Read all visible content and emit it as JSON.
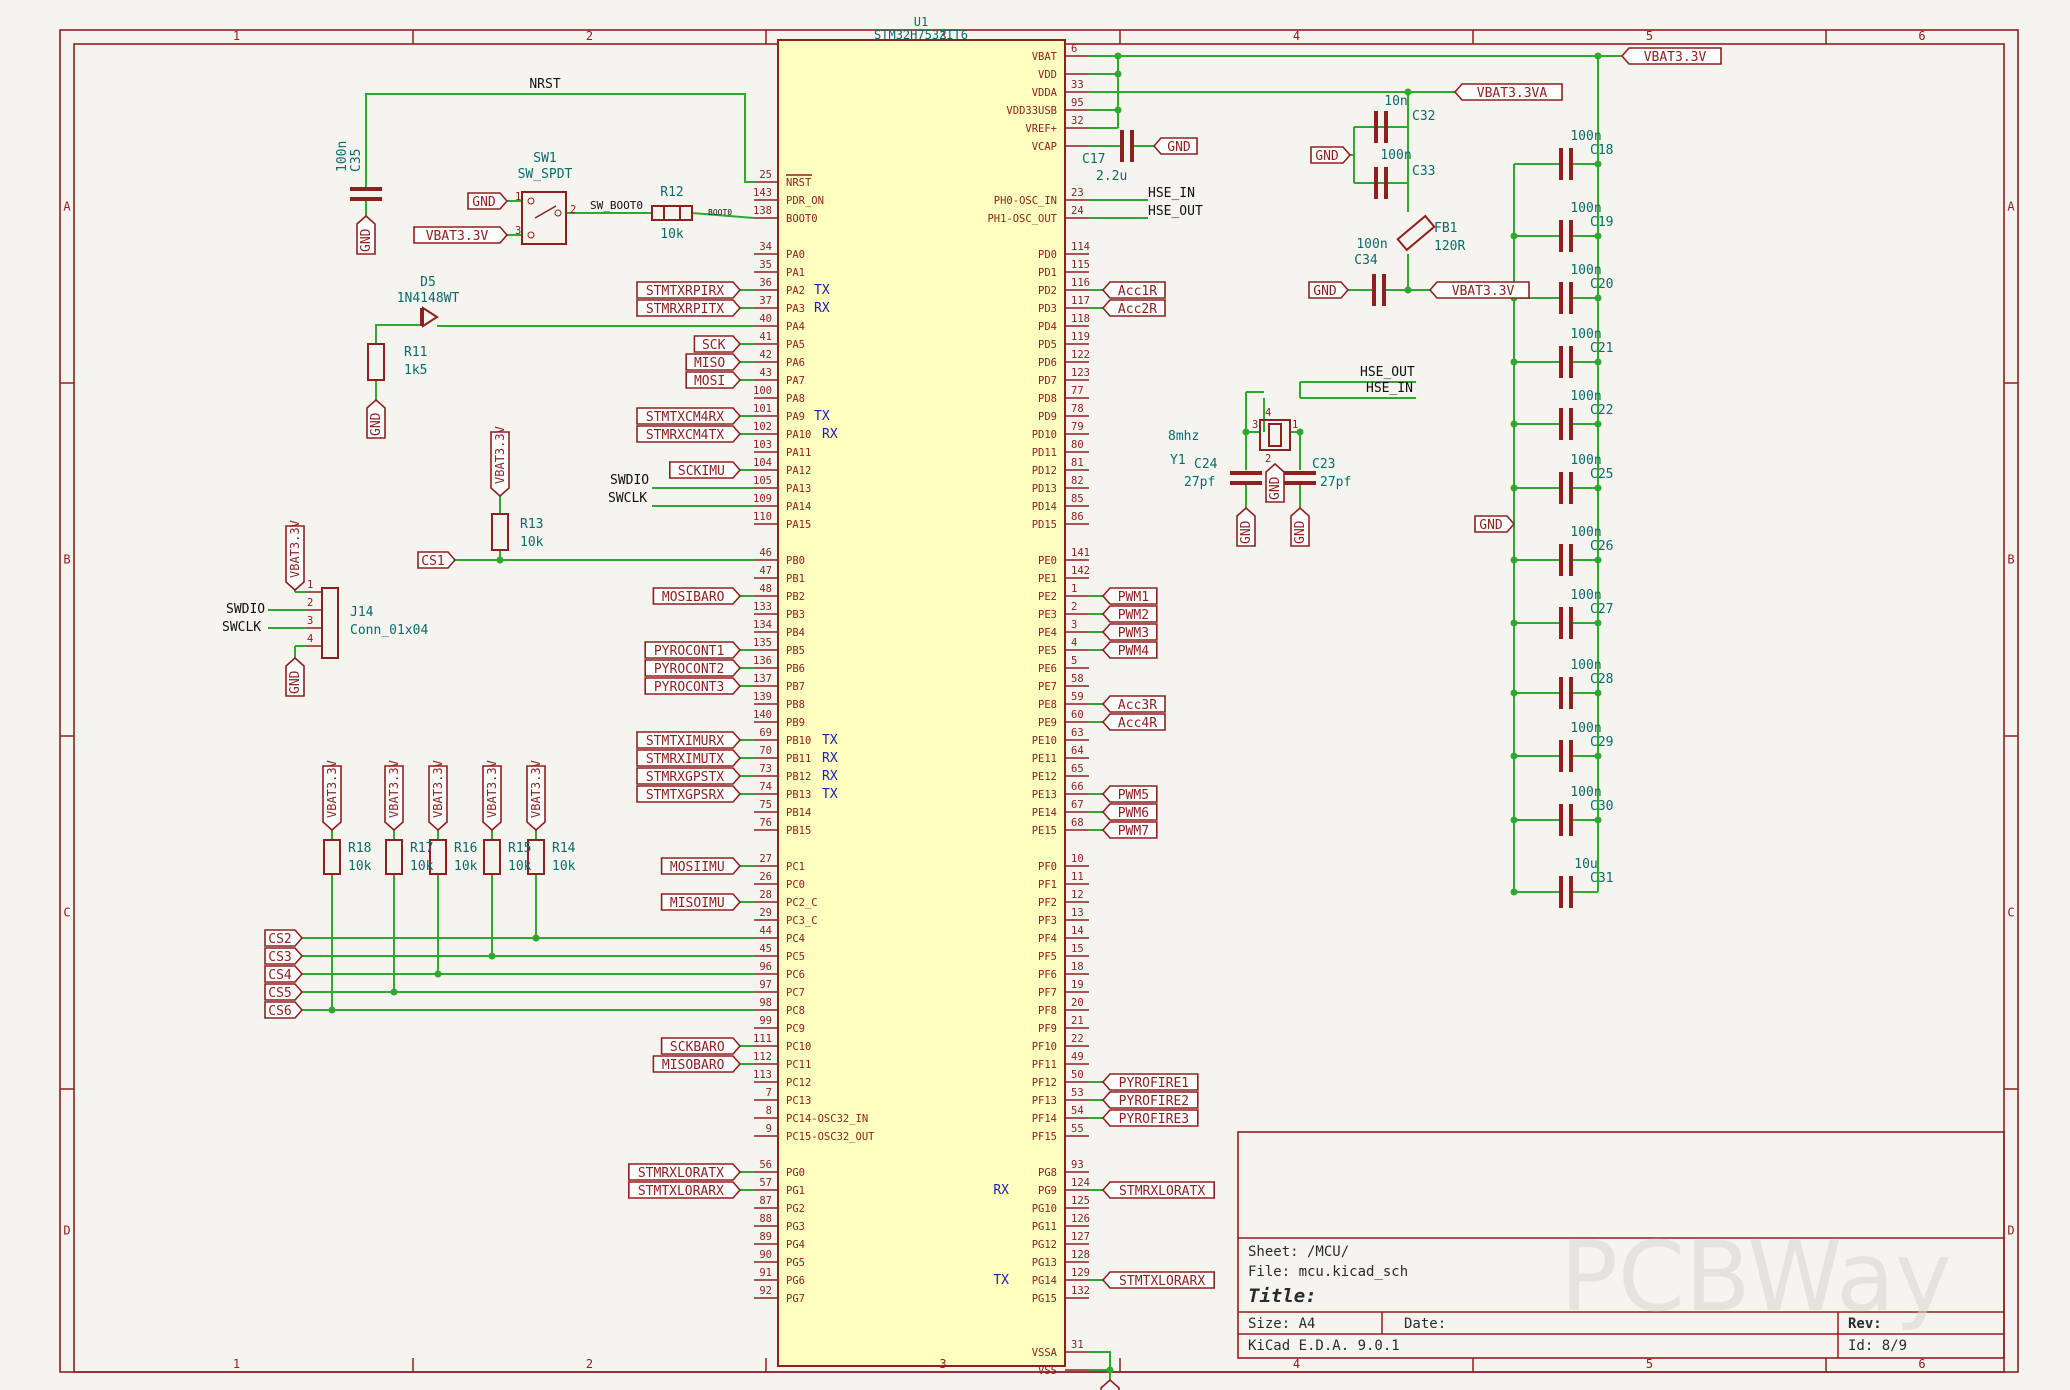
{
  "sheet": {
    "col_labels": [
      "1",
      "2",
      "3",
      "4",
      "5",
      "6"
    ],
    "row_labels": [
      "A",
      "B",
      "C",
      "D"
    ]
  },
  "mcu": {
    "ref": "U1",
    "value": "STM32H753ZIT6",
    "left_pins": [
      {
        "n": "25",
        "name": "NRST",
        "row": 0
      },
      {
        "n": "143",
        "name": "PDR_ON",
        "row": 1
      },
      {
        "n": "138",
        "name": "BOOT0",
        "row": 2
      },
      {
        "n": "34",
        "name": "PA0",
        "row": 4
      },
      {
        "n": "35",
        "name": "PA1",
        "row": 5
      },
      {
        "n": "36",
        "name": "PA2",
        "row": 6,
        "alt": "TX"
      },
      {
        "n": "37",
        "name": "PA3",
        "row": 7,
        "alt": "RX"
      },
      {
        "n": "40",
        "name": "PA4",
        "row": 8
      },
      {
        "n": "41",
        "name": "PA5",
        "row": 9
      },
      {
        "n": "42",
        "name": "PA6",
        "row": 10
      },
      {
        "n": "43",
        "name": "PA7",
        "row": 11
      },
      {
        "n": "100",
        "name": "PA8",
        "row": 12
      },
      {
        "n": "101",
        "name": "PA9",
        "row": 13,
        "alt": "TX"
      },
      {
        "n": "102",
        "name": "PA10",
        "row": 14,
        "alt": "RX"
      },
      {
        "n": "103",
        "name": "PA11",
        "row": 15
      },
      {
        "n": "104",
        "name": "PA12",
        "row": 16
      },
      {
        "n": "105",
        "name": "PA13",
        "row": 17
      },
      {
        "n": "109",
        "name": "PA14",
        "row": 18
      },
      {
        "n": "110",
        "name": "PA15",
        "row": 19
      },
      {
        "n": "46",
        "name": "PB0",
        "row": 21
      },
      {
        "n": "47",
        "name": "PB1",
        "row": 22
      },
      {
        "n": "48",
        "name": "PB2",
        "row": 23
      },
      {
        "n": "133",
        "name": "PB3",
        "row": 24
      },
      {
        "n": "134",
        "name": "PB4",
        "row": 25
      },
      {
        "n": "135",
        "name": "PB5",
        "row": 26
      },
      {
        "n": "136",
        "name": "PB6",
        "row": 27
      },
      {
        "n": "137",
        "name": "PB7",
        "row": 28
      },
      {
        "n": "139",
        "name": "PB8",
        "row": 29
      },
      {
        "n": "140",
        "name": "PB9",
        "row": 30
      },
      {
        "n": "69",
        "name": "PB10",
        "row": 31,
        "alt": "TX"
      },
      {
        "n": "70",
        "name": "PB11",
        "row": 32,
        "alt": "RX"
      },
      {
        "n": "73",
        "name": "PB12",
        "row": 33,
        "alt": "RX"
      },
      {
        "n": "74",
        "name": "PB13",
        "row": 34,
        "alt": "TX"
      },
      {
        "n": "75",
        "name": "PB14",
        "row": 35
      },
      {
        "n": "76",
        "name": "PB15",
        "row": 36
      },
      {
        "n": "27",
        "name": "PC1",
        "row": 38
      },
      {
        "n": "26",
        "name": "PC0",
        "row": 39
      },
      {
        "n": "28",
        "name": "PC2_C",
        "row": 40
      },
      {
        "n": "29",
        "name": "PC3_C",
        "row": 41
      },
      {
        "n": "44",
        "name": "PC4",
        "row": 42
      },
      {
        "n": "45",
        "name": "PC5",
        "row": 43
      },
      {
        "n": "96",
        "name": "PC6",
        "row": 44
      },
      {
        "n": "97",
        "name": "PC7",
        "row": 45
      },
      {
        "n": "98",
        "name": "PC8",
        "row": 46
      },
      {
        "n": "99",
        "name": "PC9",
        "row": 47
      },
      {
        "n": "111",
        "name": "PC10",
        "row": 48
      },
      {
        "n": "112",
        "name": "PC11",
        "row": 49
      },
      {
        "n": "113",
        "name": "PC12",
        "row": 50
      },
      {
        "n": "7",
        "name": "PC13",
        "row": 51
      },
      {
        "n": "8",
        "name": "PC14-OSC32_IN",
        "row": 52
      },
      {
        "n": "9",
        "name": "PC15-OSC32_OUT",
        "row": 53
      },
      {
        "n": "56",
        "name": "PG0",
        "row": 55
      },
      {
        "n": "57",
        "name": "PG1",
        "row": 56
      },
      {
        "n": "87",
        "name": "PG2",
        "row": 57
      },
      {
        "n": "88",
        "name": "PG3",
        "row": 58
      },
      {
        "n": "89",
        "name": "PG4",
        "row": 59
      },
      {
        "n": "90",
        "name": "PG5",
        "row": 60
      },
      {
        "n": "91",
        "name": "PG6",
        "row": 61
      },
      {
        "n": "92",
        "name": "PG7",
        "row": 62
      }
    ],
    "right_pins": [
      {
        "n": "6",
        "name": "VBAT",
        "row": -7
      },
      {
        "n": "",
        "name": "VDD",
        "row": -6
      },
      {
        "n": "33",
        "name": "VDDA",
        "row": -5
      },
      {
        "n": "95",
        "name": "VDD33USB",
        "row": -4
      },
      {
        "n": "32",
        "name": "VREF+",
        "row": -3
      },
      {
        "n": "",
        "name": "VCAP",
        "row": -2
      },
      {
        "n": "23",
        "name": "PH0-OSC_IN",
        "row": 1
      },
      {
        "n": "24",
        "name": "PH1-OSC_OUT",
        "row": 2
      },
      {
        "n": "114",
        "name": "PD0",
        "row": 4
      },
      {
        "n": "115",
        "name": "PD1",
        "row": 5
      },
      {
        "n": "116",
        "name": "PD2",
        "row": 6
      },
      {
        "n": "117",
        "name": "PD3",
        "row": 7
      },
      {
        "n": "118",
        "name": "PD4",
        "row": 8
      },
      {
        "n": "119",
        "name": "PD5",
        "row": 9
      },
      {
        "n": "122",
        "name": "PD6",
        "row": 10
      },
      {
        "n": "123",
        "name": "PD7",
        "row": 11
      },
      {
        "n": "77",
        "name": "PD8",
        "row": 12
      },
      {
        "n": "78",
        "name": "PD9",
        "row": 13
      },
      {
        "n": "79",
        "name": "PD10",
        "row": 14
      },
      {
        "n": "80",
        "name": "PD11",
        "row": 15
      },
      {
        "n": "81",
        "name": "PD12",
        "row": 16
      },
      {
        "n": "82",
        "name": "PD13",
        "row": 17
      },
      {
        "n": "85",
        "name": "PD14",
        "row": 18
      },
      {
        "n": "86",
        "name": "PD15",
        "row": 19
      },
      {
        "n": "141",
        "name": "PE0",
        "row": 21
      },
      {
        "n": "142",
        "name": "PE1",
        "row": 22
      },
      {
        "n": "1",
        "name": "PE2",
        "row": 23
      },
      {
        "n": "2",
        "name": "PE3",
        "row": 24
      },
      {
        "n": "3",
        "name": "PE4",
        "row": 25
      },
      {
        "n": "4",
        "name": "PE5",
        "row": 26
      },
      {
        "n": "5",
        "name": "PE6",
        "row": 27
      },
      {
        "n": "58",
        "name": "PE7",
        "row": 28
      },
      {
        "n": "59",
        "name": "PE8",
        "row": 29
      },
      {
        "n": "60",
        "name": "PE9",
        "row": 30
      },
      {
        "n": "63",
        "name": "PE10",
        "row": 31
      },
      {
        "n": "64",
        "name": "PE11",
        "row": 32
      },
      {
        "n": "65",
        "name": "PE12",
        "row": 33
      },
      {
        "n": "66",
        "name": "PE13",
        "row": 34
      },
      {
        "n": "67",
        "name": "PE14",
        "row": 35
      },
      {
        "n": "68",
        "name": "PE15",
        "row": 36
      },
      {
        "n": "10",
        "name": "PF0",
        "row": 38
      },
      {
        "n": "11",
        "name": "PF1",
        "row": 39
      },
      {
        "n": "12",
        "name": "PF2",
        "row": 40
      },
      {
        "n": "13",
        "name": "PF3",
        "row": 41
      },
      {
        "n": "14",
        "name": "PF4",
        "row": 42
      },
      {
        "n": "15",
        "name": "PF5",
        "row": 43
      },
      {
        "n": "18",
        "name": "PF6",
        "row": 44
      },
      {
        "n": "19",
        "name": "PF7",
        "row": 45
      },
      {
        "n": "20",
        "name": "PF8",
        "row": 46
      },
      {
        "n": "21",
        "name": "PF9",
        "row": 47
      },
      {
        "n": "22",
        "name": "PF10",
        "row": 48
      },
      {
        "n": "49",
        "name": "PF11",
        "row": 49
      },
      {
        "n": "50",
        "name": "PF12",
        "row": 50
      },
      {
        "n": "53",
        "name": "PF13",
        "row": 51
      },
      {
        "n": "54",
        "name": "PF14",
        "row": 52
      },
      {
        "n": "55",
        "name": "PF15",
        "row": 53
      },
      {
        "n": "93",
        "name": "PG8",
        "row": 55
      },
      {
        "n": "124",
        "name": "PG9",
        "row": 56,
        "alt": "RX"
      },
      {
        "n": "125",
        "name": "PG10",
        "row": 57
      },
      {
        "n": "126",
        "name": "PG11",
        "row": 58
      },
      {
        "n": "127",
        "name": "PG12",
        "row": 59
      },
      {
        "n": "128",
        "name": "PG13",
        "row": 60
      },
      {
        "n": "129",
        "name": "PG14",
        "row": 61,
        "alt": "TX"
      },
      {
        "n": "132",
        "name": "PG15",
        "row": 62
      },
      {
        "n": "31",
        "name": "VSSA",
        "row": 65
      },
      {
        "n": "",
        "name": "VSS",
        "row": 66
      }
    ]
  },
  "left_labels": [
    {
      "text": "STMTXRPIRX",
      "row": 6
    },
    {
      "text": "STMRXRPITX",
      "row": 7
    },
    {
      "text": "SCK",
      "row": 9
    },
    {
      "text": "MISO",
      "row": 10
    },
    {
      "text": "MOSI",
      "row": 11
    },
    {
      "text": "STMTXCM4RX",
      "row": 13
    },
    {
      "text": "STMRXCM4TX",
      "row": 14
    },
    {
      "text": "SCKIMU",
      "row": 16
    },
    {
      "text": "MOSIBARO",
      "row": 23
    },
    {
      "text": "PYROCONT1",
      "row": 26
    },
    {
      "text": "PYROCONT2",
      "row": 27
    },
    {
      "text": "PYROCONT3",
      "row": 28
    },
    {
      "text": "STMTXIMURX",
      "row": 31
    },
    {
      "text": "STMRXIMUTX",
      "row": 32
    },
    {
      "text": "STMRXGPSTX",
      "row": 33
    },
    {
      "text": "STMTXGPSRX",
      "row": 34
    },
    {
      "text": "MOSIIMU",
      "row": 38
    },
    {
      "text": "MISOIMU",
      "row": 40
    },
    {
      "text": "SCKBARO",
      "row": 48
    },
    {
      "text": "MISOBARO",
      "row": 49
    },
    {
      "text": "STMRXLORATX",
      "row": 55
    },
    {
      "text": "STMTXLORARX",
      "row": 56
    }
  ],
  "right_labels": [
    {
      "text": "Acc1R",
      "row": 6
    },
    {
      "text": "Acc2R",
      "row": 7
    },
    {
      "text": "PWM1",
      "row": 23
    },
    {
      "text": "PWM2",
      "row": 24
    },
    {
      "text": "PWM3",
      "row": 25
    },
    {
      "text": "PWM4",
      "row": 26
    },
    {
      "text": "Acc3R",
      "row": 29
    },
    {
      "text": "Acc4R",
      "row": 30
    },
    {
      "text": "PWM5",
      "row": 34
    },
    {
      "text": "PWM6",
      "row": 35
    },
    {
      "text": "PWM7",
      "row": 36
    },
    {
      "text": "PYROFIRE1",
      "row": 50
    },
    {
      "text": "PYROFIRE2",
      "row": 51
    },
    {
      "text": "PYROFIRE3",
      "row": 52
    },
    {
      "text": "STMRXLORATX",
      "row": 56
    },
    {
      "text": "STMTXLORARX",
      "row": 61
    }
  ],
  "nets": {
    "nrst": "NRST",
    "sw_boot0": "SW_BOOT0",
    "boot0": "BOOT0",
    "swdio": "SWDIO",
    "swclk": "SWCLK",
    "swdio2": "SWDIO",
    "swclk2": "SWCLK",
    "hse_in": "HSE_IN",
    "hse_out": "HSE_OUT",
    "hse_out2": "HSE_OUT",
    "hse_in2": "HSE_IN"
  },
  "power": {
    "gnd": "GND",
    "vbat": "VBAT3.3V",
    "vbata": "VBAT3.3VA"
  },
  "parts": {
    "c35": {
      "ref": "C35",
      "val": "100n"
    },
    "sw1": {
      "ref": "SW1",
      "val": "SW_SPDT"
    },
    "r12": {
      "ref": "R12",
      "val": "10k"
    },
    "d5": {
      "ref": "D5",
      "val": "1N4148WT"
    },
    "r11": {
      "ref": "R11",
      "val": "1k5"
    },
    "r13": {
      "ref": "R13",
      "val": "10k"
    },
    "j14": {
      "ref": "J14",
      "val": "Conn_01x04"
    },
    "c17": {
      "ref": "C17",
      "val": "2.2u"
    },
    "c32": {
      "ref": "C32",
      "val": "10n"
    },
    "c33": {
      "ref": "C33",
      "val": "100n"
    },
    "fb1": {
      "ref": "FB1",
      "val": "120R"
    },
    "c34": {
      "ref": "C34",
      "val": "100n"
    },
    "y1": {
      "ref": "Y1",
      "val": "8mhz"
    },
    "c24": {
      "ref": "C24",
      "val": "27pf"
    },
    "c23": {
      "ref": "C23",
      "val": "27pf"
    },
    "cs_labels": [
      "CS1",
      "CS2",
      "CS3",
      "CS4",
      "CS5",
      "CS6"
    ],
    "pullups": [
      {
        "ref": "R18",
        "val": "10k"
      },
      {
        "ref": "R17",
        "val": "10k"
      },
      {
        "ref": "R16",
        "val": "10k"
      },
      {
        "ref": "R15",
        "val": "10k"
      },
      {
        "ref": "R14",
        "val": "10k"
      }
    ],
    "decoupling": [
      {
        "ref": "C18",
        "val": "100n"
      },
      {
        "ref": "C19",
        "val": "100n"
      },
      {
        "ref": "C20",
        "val": "100n"
      },
      {
        "ref": "C21",
        "val": "100n"
      },
      {
        "ref": "C22",
        "val": "100n"
      },
      {
        "ref": "C25",
        "val": "100n"
      },
      {
        "ref": "C26",
        "val": "100n"
      },
      {
        "ref": "C27",
        "val": "100n"
      },
      {
        "ref": "C28",
        "val": "100n"
      },
      {
        "ref": "C29",
        "val": "100n"
      },
      {
        "ref": "C30",
        "val": "100n"
      },
      {
        "ref": "C31",
        "val": "10u"
      }
    ]
  },
  "title_block": {
    "sheet": "Sheet: /MCU/",
    "file": "File: mcu.kicad_sch",
    "title": "Title:",
    "size": "Size: A4",
    "date": "Date:",
    "rev": "Rev:",
    "tool": "KiCad E.D.A. 9.0.1",
    "id": "Id: 8/9"
  },
  "watermark": "PCBWay",
  "colors": {
    "wire": "#2ea82e",
    "symbol": "#8f2020",
    "body": "#ffffc0",
    "value": "#0a6b6b",
    "alt": "#2020b0",
    "bg": "#f5f4ef"
  }
}
